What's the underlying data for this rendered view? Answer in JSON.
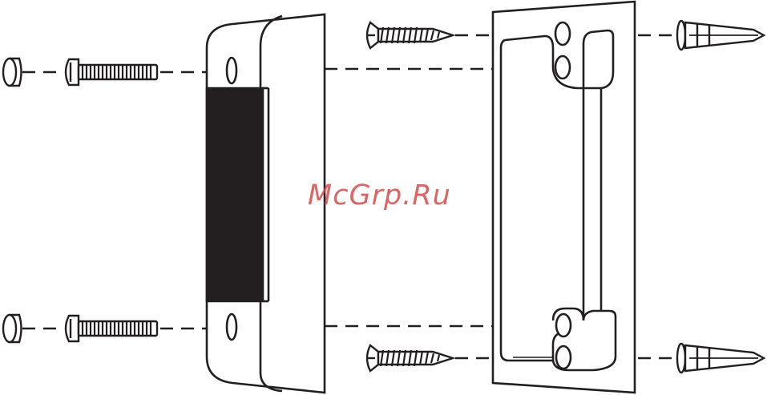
{
  "watermark": {
    "text": "McGrp.Ru",
    "color": "#d94a4a"
  },
  "colors": {
    "line": "#231f20",
    "magnet_block": "#231f20",
    "background": "#ffffff"
  },
  "parts": {
    "caps": [
      "cap-top",
      "cap-bottom"
    ],
    "machine_screws": [
      "machine-screw-top",
      "machine-screw-bottom"
    ],
    "magnet_housing": "magnet-housing",
    "wood_screws": [
      "wood-screw-top",
      "wood-screw-bottom"
    ],
    "mounting_plate": "mounting-plate",
    "wall_anchors": [
      "wall-anchor-top",
      "wall-anchor-bottom"
    ]
  }
}
